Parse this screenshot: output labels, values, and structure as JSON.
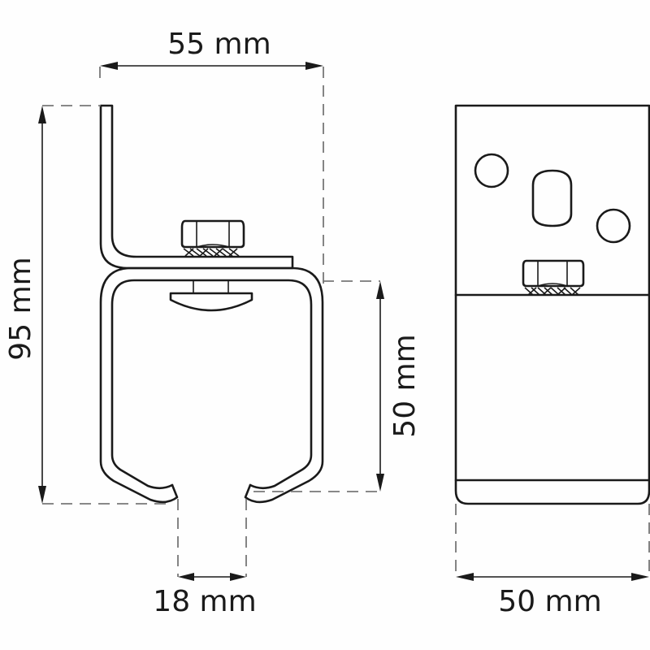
{
  "diagram": {
    "type": "technical-drawing",
    "subject": "track bracket with bolt and nut",
    "views": [
      {
        "name": "side-view",
        "description": "C-profile with L-shaped mounting plate"
      },
      {
        "name": "front-view",
        "description": "mounting plate with two round holes and slot, nut, track profile"
      }
    ],
    "dimensions": {
      "top_width": {
        "label": "55 mm",
        "value": 55,
        "unit": "mm"
      },
      "total_height": {
        "label": "95 mm",
        "value": 95,
        "unit": "mm"
      },
      "profile_height": {
        "label": "50 mm",
        "value": 50,
        "unit": "mm"
      },
      "slot_opening": {
        "label": "18 mm",
        "value": 18,
        "unit": "mm"
      },
      "front_width": {
        "label": "50 mm",
        "value": 50,
        "unit": "mm"
      }
    },
    "colors": {
      "line": "#1a1a1a",
      "dimension_dash": "#777777",
      "background": "#fefefe"
    }
  }
}
